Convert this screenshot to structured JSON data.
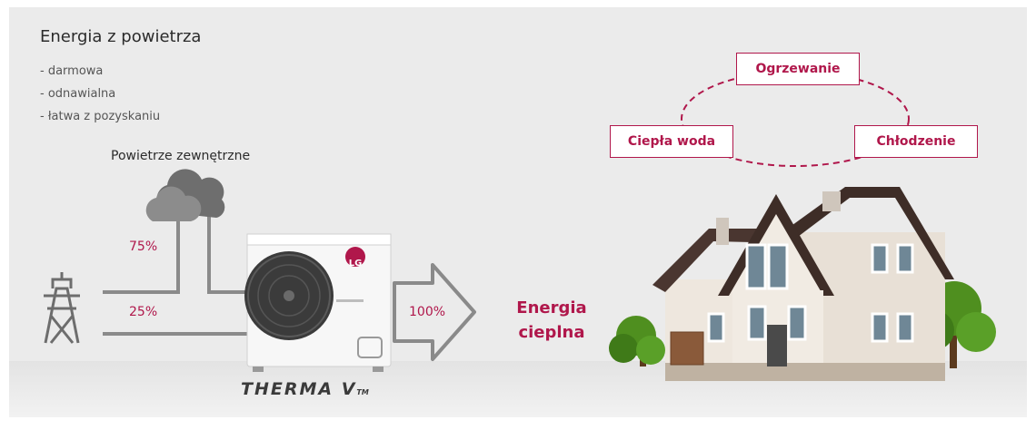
{
  "heading": "Energia z powietrza",
  "bullets": [
    "- darmowa",
    "- odnawialna",
    "- łatwa z pozyskaniu"
  ],
  "air_label": "Powietrze zewnętrzne",
  "percent_air": "75%",
  "percent_electric": "25%",
  "percent_output": "100%",
  "output_label_line1": "Energia",
  "output_label_line2": "cieplna",
  "functions": {
    "heating": "Ogrzewanie",
    "hot_water": "Ciepła woda",
    "cooling": "Chłodzenie"
  },
  "unit_brand": "LG",
  "product_name": "THERMA V",
  "product_tm": "TM",
  "colors": {
    "accent": "#b0174b",
    "line": "#8a8a8a",
    "background": "#ebebeb"
  },
  "icons": [
    "power-pylon-icon",
    "cloud-icon",
    "outdoor-unit-image",
    "house-image",
    "tree-icon"
  ]
}
